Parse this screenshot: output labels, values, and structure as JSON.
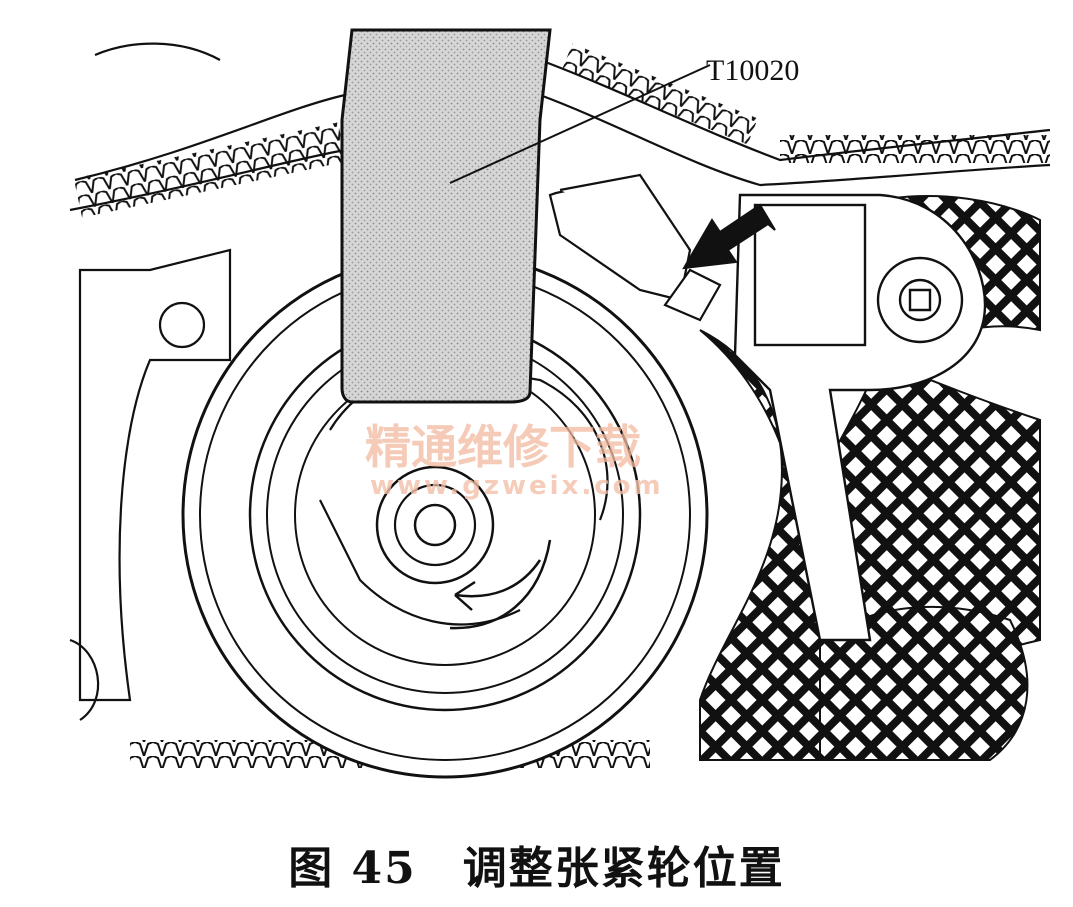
{
  "figure": {
    "callout_label": "T10020",
    "watermark_line1": "精通维修下载",
    "watermark_line2": "www.gzweix.com"
  },
  "caption": {
    "number": "图 45",
    "title": "调整张紧轮位置"
  }
}
